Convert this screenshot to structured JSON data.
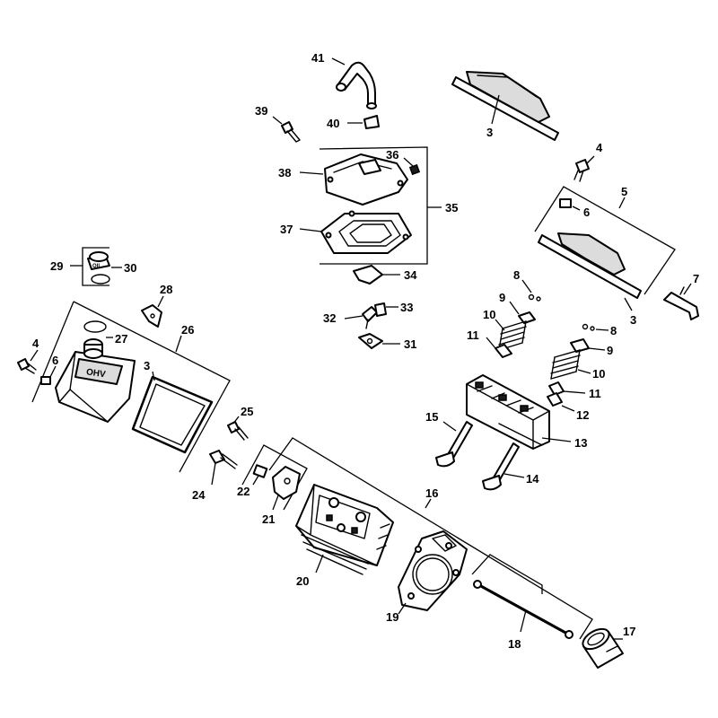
{
  "diagram": {
    "callouts": {
      "c3_top": "3",
      "c4_right": "4",
      "c5": "5",
      "c6_right": "6",
      "c7": "7",
      "c3_right": "3",
      "c8_upper": "8",
      "c9_upper": "9",
      "c10_upper": "10",
      "c11_upper": "11",
      "c8_lower": "8",
      "c9_lower": "9",
      "c10_lower": "10",
      "c11_lower": "11",
      "c12": "12",
      "c13": "13",
      "c14": "14",
      "c15": "15",
      "c16": "16",
      "c17": "17",
      "c18": "18",
      "c19": "19",
      "c20": "20",
      "c21": "21",
      "c22": "22",
      "c24": "24",
      "c25": "25",
      "c26": "26",
      "c27": "27",
      "c28": "28",
      "c29": "29",
      "c30": "30",
      "c4_left": "4",
      "c6_left": "6",
      "c3_left": "3",
      "c31": "31",
      "c32": "32",
      "c33": "33",
      "c34": "34",
      "c35": "35",
      "c36": "36",
      "c37": "37",
      "c38": "38",
      "c39": "39",
      "c40": "40",
      "c41": "41"
    },
    "markings": {
      "valve_cover_emboss": "OHV",
      "oil_cap_emboss": "OIL"
    }
  }
}
